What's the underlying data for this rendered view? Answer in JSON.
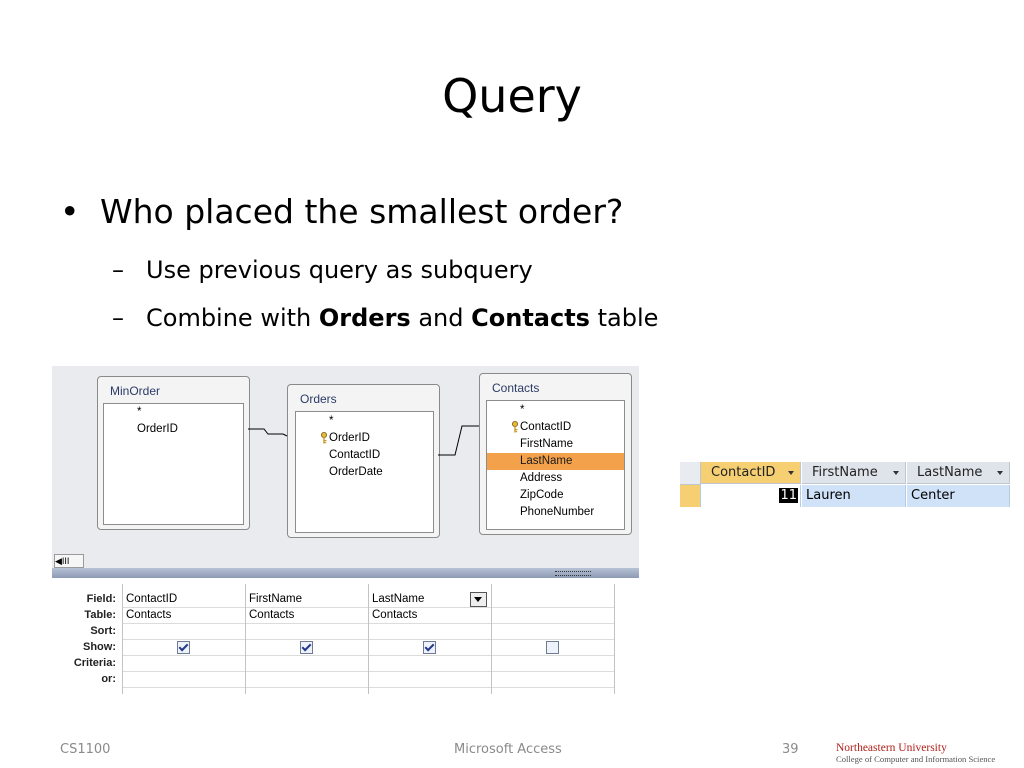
{
  "slide": {
    "title": "Query",
    "bullet": "Who placed the smallest order?",
    "sub_bullets": [
      {
        "text": "Use previous query as subquery"
      },
      {
        "pre": "Combine with ",
        "b1": "Orders",
        "mid": " and ",
        "b2": "Contacts",
        "post": " table"
      }
    ]
  },
  "designer": {
    "tables": [
      {
        "name": "MinOrder",
        "fields": [
          "*",
          "OrderID"
        ]
      },
      {
        "name": "Orders",
        "fields": [
          "*",
          "OrderID",
          "ContactID",
          "OrderDate"
        ],
        "key_field": "OrderID"
      },
      {
        "name": "Contacts",
        "fields": [
          "*",
          "ContactID",
          "FirstName",
          "LastName",
          "Address",
          "ZipCode",
          "PhoneNumber"
        ],
        "key_field": "ContactID",
        "selected_field": "LastName"
      }
    ],
    "row_labels": [
      "Field:",
      "Table:",
      "Sort:",
      "Show:",
      "Criteria:",
      "or:"
    ],
    "columns": [
      {
        "field": "ContactID",
        "table": "Contacts",
        "show": true
      },
      {
        "field": "FirstName",
        "table": "Contacts",
        "show": true
      },
      {
        "field": "LastName",
        "table": "Contacts",
        "show": true
      },
      {
        "field": "",
        "table": "",
        "show": false
      }
    ],
    "scroll_label": "III"
  },
  "result": {
    "headers": [
      "ContactID",
      "FirstName",
      "LastName"
    ],
    "row": [
      "11",
      "Lauren",
      "Center"
    ]
  },
  "footer": {
    "course": "CS1100",
    "app": "Microsoft Access",
    "page": "39",
    "logo_line1": "Northeastern University",
    "logo_line2": "College of Computer and Information Science"
  },
  "colors": {
    "selected_field": "#f3a24b",
    "result_row": "#cfe2f7",
    "header_highlight": "#f6cf73"
  }
}
